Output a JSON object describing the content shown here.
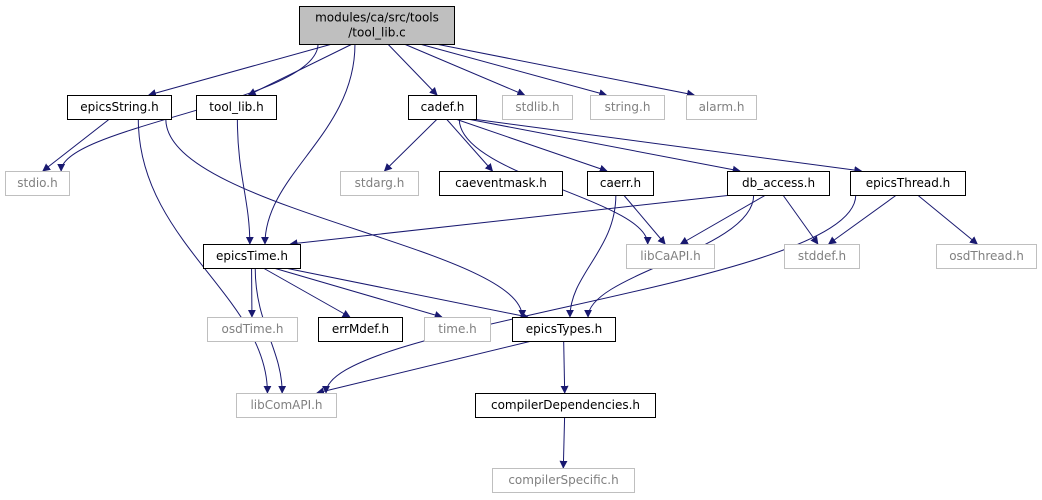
{
  "colors": {
    "edge": "#191970",
    "root_fill": "#bfbfbf",
    "node_fill": "#ffffff",
    "documented_border": "#000000",
    "external_border": "#bfbfbf",
    "documented_text": "#000000",
    "external_text": "#808080"
  },
  "nodes": [
    {
      "id": "root",
      "label_lines": [
        "modules/ca/src/tools",
        "/tool_lib.c"
      ],
      "kind": "root"
    },
    {
      "id": "stdio",
      "label_lines": [
        "stdio.h"
      ],
      "kind": "external"
    },
    {
      "id": "epicsString",
      "label_lines": [
        "epicsString.h"
      ],
      "kind": "documented"
    },
    {
      "id": "tool_lib_h",
      "label_lines": [
        "tool_lib.h"
      ],
      "kind": "documented"
    },
    {
      "id": "cadef",
      "label_lines": [
        "cadef.h"
      ],
      "kind": "documented"
    },
    {
      "id": "stdlib",
      "label_lines": [
        "stdlib.h"
      ],
      "kind": "external"
    },
    {
      "id": "string",
      "label_lines": [
        "string.h"
      ],
      "kind": "external"
    },
    {
      "id": "alarm",
      "label_lines": [
        "alarm.h"
      ],
      "kind": "external"
    },
    {
      "id": "stdarg",
      "label_lines": [
        "stdarg.h"
      ],
      "kind": "external"
    },
    {
      "id": "caeventmask",
      "label_lines": [
        "caeventmask.h"
      ],
      "kind": "documented"
    },
    {
      "id": "caerr",
      "label_lines": [
        "caerr.h"
      ],
      "kind": "documented"
    },
    {
      "id": "db_access",
      "label_lines": [
        "db_access.h"
      ],
      "kind": "documented"
    },
    {
      "id": "epicsThread",
      "label_lines": [
        "epicsThread.h"
      ],
      "kind": "documented"
    },
    {
      "id": "epicsTime",
      "label_lines": [
        "epicsTime.h"
      ],
      "kind": "documented"
    },
    {
      "id": "libCaAPI",
      "label_lines": [
        "libCaAPI.h"
      ],
      "kind": "external"
    },
    {
      "id": "stddef",
      "label_lines": [
        "stddef.h"
      ],
      "kind": "external"
    },
    {
      "id": "osdThread",
      "label_lines": [
        "osdThread.h"
      ],
      "kind": "external"
    },
    {
      "id": "osdTime",
      "label_lines": [
        "osdTime.h"
      ],
      "kind": "external"
    },
    {
      "id": "errMdef",
      "label_lines": [
        "errMdef.h"
      ],
      "kind": "documented"
    },
    {
      "id": "time",
      "label_lines": [
        "time.h"
      ],
      "kind": "external"
    },
    {
      "id": "epicsTypes",
      "label_lines": [
        "epicsTypes.h"
      ],
      "kind": "documented"
    },
    {
      "id": "libComAPI",
      "label_lines": [
        "libComAPI.h"
      ],
      "kind": "external"
    },
    {
      "id": "compilerDependencies",
      "label_lines": [
        "compilerDependencies.h"
      ],
      "kind": "documented"
    },
    {
      "id": "compilerSpecific",
      "label_lines": [
        "compilerSpecific.h"
      ],
      "kind": "external"
    }
  ],
  "edges": [
    {
      "from": "root",
      "to": "stdio"
    },
    {
      "from": "root",
      "to": "epicsString"
    },
    {
      "from": "root",
      "to": "tool_lib_h"
    },
    {
      "from": "root",
      "to": "epicsTime"
    },
    {
      "from": "root",
      "to": "cadef"
    },
    {
      "from": "root",
      "to": "stdlib"
    },
    {
      "from": "root",
      "to": "string"
    },
    {
      "from": "root",
      "to": "alarm"
    },
    {
      "from": "epicsString",
      "to": "stdio"
    },
    {
      "from": "epicsString",
      "to": "libComAPI"
    },
    {
      "from": "epicsString",
      "to": "epicsTypes"
    },
    {
      "from": "tool_lib_h",
      "to": "epicsTime"
    },
    {
      "from": "cadef",
      "to": "stdarg"
    },
    {
      "from": "cadef",
      "to": "caeventmask"
    },
    {
      "from": "cadef",
      "to": "caerr"
    },
    {
      "from": "cadef",
      "to": "libCaAPI"
    },
    {
      "from": "cadef",
      "to": "db_access"
    },
    {
      "from": "cadef",
      "to": "epicsThread"
    },
    {
      "from": "caerr",
      "to": "libCaAPI"
    },
    {
      "from": "caerr",
      "to": "epicsTypes"
    },
    {
      "from": "db_access",
      "to": "epicsTime"
    },
    {
      "from": "db_access",
      "to": "libCaAPI"
    },
    {
      "from": "db_access",
      "to": "stddef"
    },
    {
      "from": "db_access",
      "to": "epicsTypes"
    },
    {
      "from": "epicsThread",
      "to": "stddef"
    },
    {
      "from": "epicsThread",
      "to": "osdThread"
    },
    {
      "from": "epicsThread",
      "to": "libComAPI"
    },
    {
      "from": "epicsTime",
      "to": "libComAPI"
    },
    {
      "from": "epicsTime",
      "to": "osdTime"
    },
    {
      "from": "epicsTime",
      "to": "errMdef"
    },
    {
      "from": "epicsTime",
      "to": "time"
    },
    {
      "from": "epicsTime",
      "to": "epicsTypes"
    },
    {
      "from": "epicsTypes",
      "to": "libComAPI"
    },
    {
      "from": "epicsTypes",
      "to": "compilerDependencies"
    },
    {
      "from": "compilerDependencies",
      "to": "compilerSpecific"
    }
  ]
}
